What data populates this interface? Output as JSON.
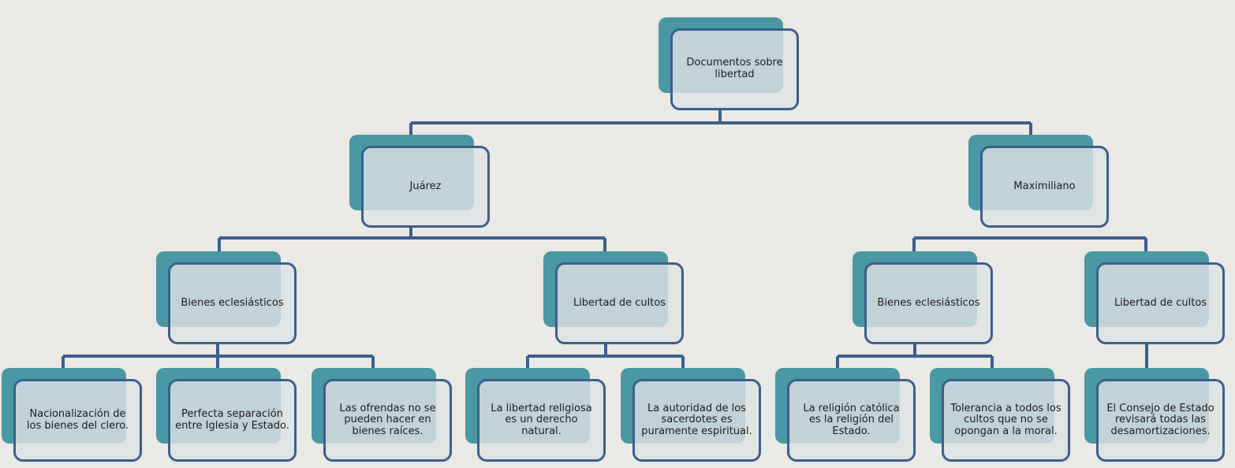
{
  "colors": {
    "background": "#ebe9e5",
    "node_back": "#4a97a5",
    "node_border": "#3c5f8f",
    "node_fill": "#dee2e5",
    "connector": "#3c5f8f",
    "text": "#1c1c1c"
  },
  "nodes": {
    "root": {
      "label": "Documentos sobre\nlibertad"
    },
    "juarez": {
      "label": "Juárez"
    },
    "maximiliano": {
      "label": "Maximiliano"
    },
    "j_bienes": {
      "label": "Bienes eclesiásticos"
    },
    "j_cultos": {
      "label": "Libertad de cultos"
    },
    "m_bienes": {
      "label": "Bienes eclesiásticos"
    },
    "m_cultos": {
      "label": "Libertad de cultos"
    },
    "j_b_1": {
      "label": "Nacionalización de\nlos bienes del clero."
    },
    "j_b_2": {
      "label": "Perfecta separación\nentre Iglesia y Estado."
    },
    "j_b_3": {
      "label": "Las ofrendas no se\npueden hacer en\nbienes raíces."
    },
    "j_c_1": {
      "label": "La libertad religiosa\nes un derecho\nnatural."
    },
    "j_c_2": {
      "label": "La autoridad de los\nsacerdotes es\npuramente espiritual."
    },
    "m_b_1": {
      "label": "La religión católica\nes la religión del\nEstado."
    },
    "m_b_2": {
      "label": "Tolerancia a todos los\ncultos que no se\nopongan a la moral."
    },
    "m_c_1": {
      "label": "El Consejo de Estado\nrevisará todas las\ndesamortizaciones."
    }
  }
}
